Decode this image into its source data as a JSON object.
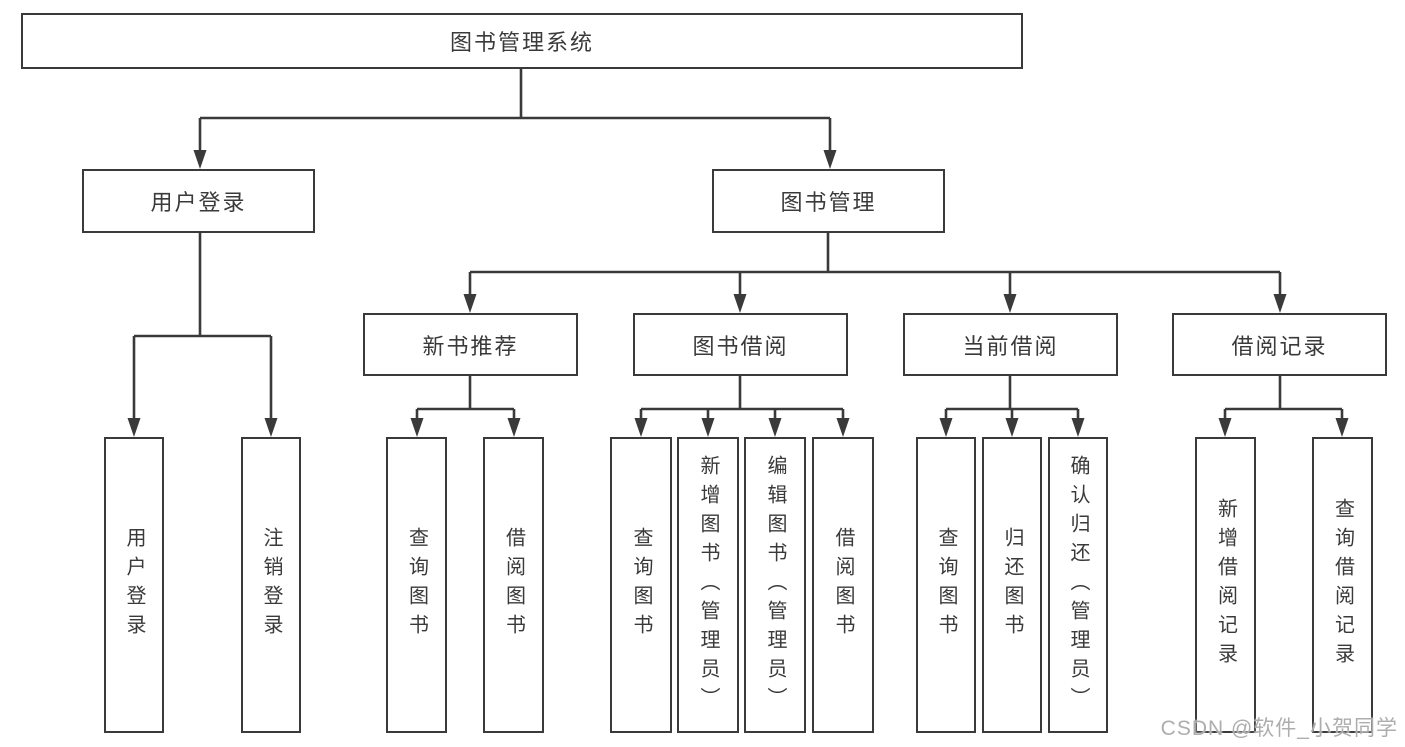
{
  "diagram": {
    "root": {
      "label": "图书管理系统"
    },
    "level2": [
      {
        "label": "用户登录"
      },
      {
        "label": "图书管理"
      }
    ],
    "level3": [
      {
        "label": "新书推荐"
      },
      {
        "label": "图书借阅"
      },
      {
        "label": "当前借阅"
      },
      {
        "label": "借阅记录"
      }
    ],
    "leaves": {
      "user_login": [
        "用户登录",
        "注销登录"
      ],
      "new_book": [
        "查询图书",
        "借阅图书"
      ],
      "book_borrow": [
        "查询图书",
        "新增图书（管理员）",
        "编辑图书（管理员）",
        "借阅图书"
      ],
      "current_borrow": [
        "查询图书",
        "归还图书",
        "确认归还（管理员）"
      ],
      "borrow_record": [
        "新增借阅记录",
        "查询借阅记录"
      ]
    }
  },
  "watermark": {
    "text": "CSDN @软件_小贺同学"
  },
  "colors": {
    "line": "#3a3a3a",
    "box_border": "#3a3a3a",
    "background": "#ffffff",
    "watermark": "#adadad"
  }
}
